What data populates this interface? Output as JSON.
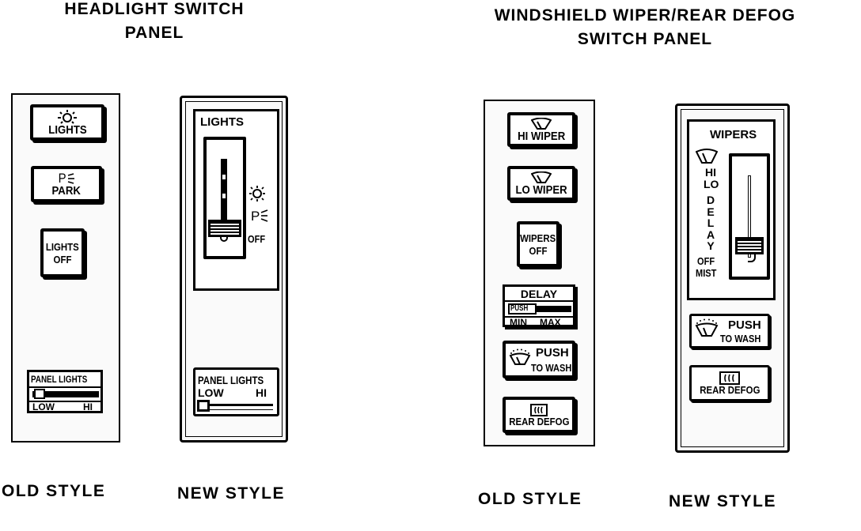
{
  "headlight_section": {
    "title_line1": "HEADLIGHT SWITCH",
    "title_line2": "PANEL",
    "old_style": {
      "lights_button": "LIGHTS",
      "park_button_symbol": "P",
      "park_button": "PARK",
      "lights_off_line1": "LIGHTS",
      "lights_off_line2": "OFF",
      "panel_lights_label": "PANEL LIGHTS",
      "low_label": "LOW",
      "hi_label": "HI",
      "caption": "OLD STYLE"
    },
    "new_style": {
      "lights_label": "LIGHTS",
      "park_symbol": "P",
      "off_label": "OFF",
      "panel_lights_label": "PANEL LIGHTS",
      "low_label": "LOW",
      "hi_label": "HI",
      "caption": "NEW STYLE"
    }
  },
  "wiper_section": {
    "title_line1": "WINDSHIELD WIPER/REAR DEFOG",
    "title_line2": "SWITCH PANEL",
    "old_style": {
      "hi_wiper_button": "HI WIPER",
      "lo_wiper_button": "LO WIPER",
      "wipers_off_line1": "WIPERS",
      "wipers_off_line2": "OFF",
      "delay_label": "DELAY",
      "push_label": "PUSH",
      "min_label": "MIN",
      "max_label": "MAX",
      "push_button": "PUSH",
      "to_wash_label": "TO WASH",
      "rear_defog_button": "REAR DEFOG",
      "caption": "OLD STYLE"
    },
    "new_style": {
      "wipers_label": "WIPERS",
      "hi_label": "HI",
      "lo_label": "LO",
      "delay_letters": [
        "D",
        "E",
        "L",
        "A",
        "Y"
      ],
      "off_label": "OFF",
      "mist_label": "MIST",
      "push_button": "PUSH",
      "to_wash_label": "TO WASH",
      "rear_defog_button": "REAR DEFOG",
      "caption": "NEW STYLE"
    }
  },
  "icons": [
    "headlight-sun-icon",
    "park-lamp-icon",
    "wiper-icon",
    "washer-spray-icon",
    "rear-defog-icon"
  ]
}
